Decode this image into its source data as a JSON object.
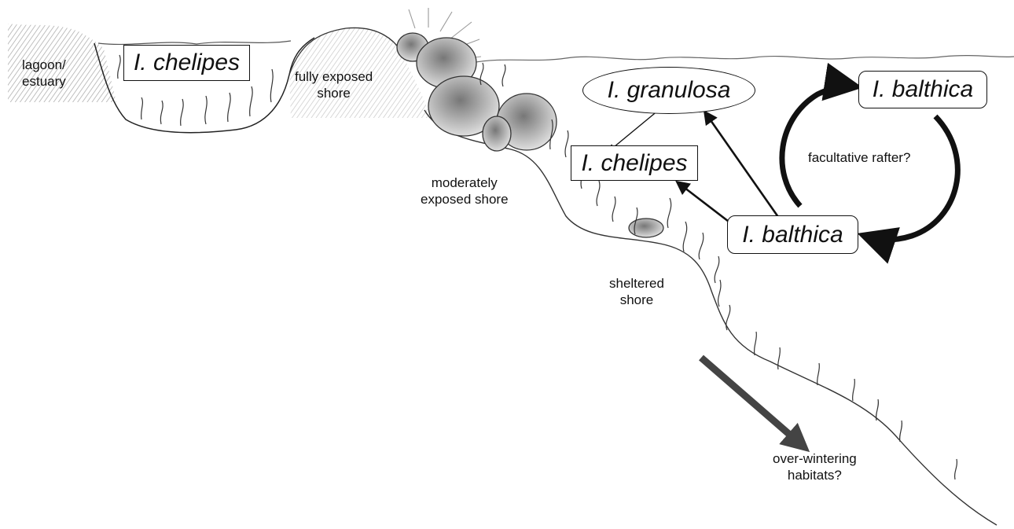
{
  "habitats": {
    "lagoon": "lagoon/\nestuary",
    "fully_exposed": "fully exposed\nshore",
    "moderately_exposed": "moderately\nexposed shore",
    "sheltered": "sheltered\nshore",
    "overwintering": "over-wintering\nhabitats?"
  },
  "species": {
    "lagoon_box": "I. chelipes",
    "granulosa": "I. granulosa",
    "chelipes": "I. chelipes",
    "balthica_main": "I. balthica",
    "balthica_top": "I. balthica"
  },
  "cycle_label": "facultative rafter?"
}
